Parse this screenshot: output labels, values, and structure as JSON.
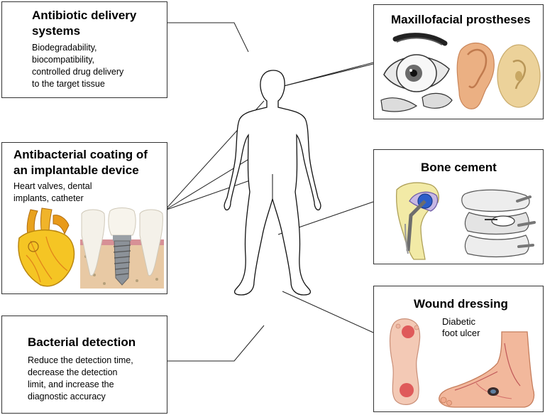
{
  "panels": {
    "antibiotic": {
      "title_l1": "Antibiotic delivery",
      "title_l2": "systems",
      "desc_l1": "Biodegradability,",
      "desc_l2": "biocompatibility,",
      "desc_l3": "controlled drug delivery",
      "desc_l4": "to the target tissue"
    },
    "coating": {
      "title_l1": "Antibacterial coating of",
      "title_l2": "an implantable device",
      "desc_l1": "Heart valves, dental",
      "desc_l2": "implants, catheter"
    },
    "detection": {
      "title": "Bacterial detection",
      "desc_l1": "Reduce the detection time,",
      "desc_l2": "decrease the detection",
      "desc_l3": "limit, and increase the",
      "desc_l4": "diagnostic accuracy"
    },
    "maxillofacial": {
      "title": "Maxillofacial prostheses"
    },
    "bone_cement": {
      "title": "Bone cement"
    },
    "wound": {
      "title": "Wound dressing",
      "label_l1": "Diabetic",
      "label_l2": "foot ulcer"
    }
  },
  "icons": [
    "human-body-outline-icon",
    "eye-prosthesis-icon",
    "ear-prosthesis-icon",
    "heart-icon",
    "dental-implant-icon",
    "hip-implant-icon",
    "vertebra-icon",
    "foot-sole-icon",
    "diabetic-foot-icon"
  ]
}
